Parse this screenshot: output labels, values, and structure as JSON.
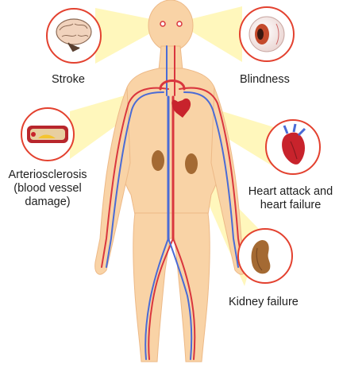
{
  "labels": {
    "stroke": "Stroke",
    "blindness": "Blindness",
    "arteriosclerosis": [
      "Arteriosclerosis",
      "(blood vessel",
      "damage)"
    ],
    "heart": [
      "Heart attack and",
      "heart failure"
    ],
    "kidney": "Kidney failure"
  },
  "colors": {
    "skin": "#f9d3a6",
    "skin_edge": "#edb987",
    "artery": "#d9363e",
    "vein": "#4a6bd6",
    "ring": "#e3412f",
    "beam": "#fff3a0",
    "organ_kidney": "#a46a33",
    "heart": "#c8232c",
    "eye_iris": "#c44a2c",
    "brain": "#f1d3bd"
  }
}
